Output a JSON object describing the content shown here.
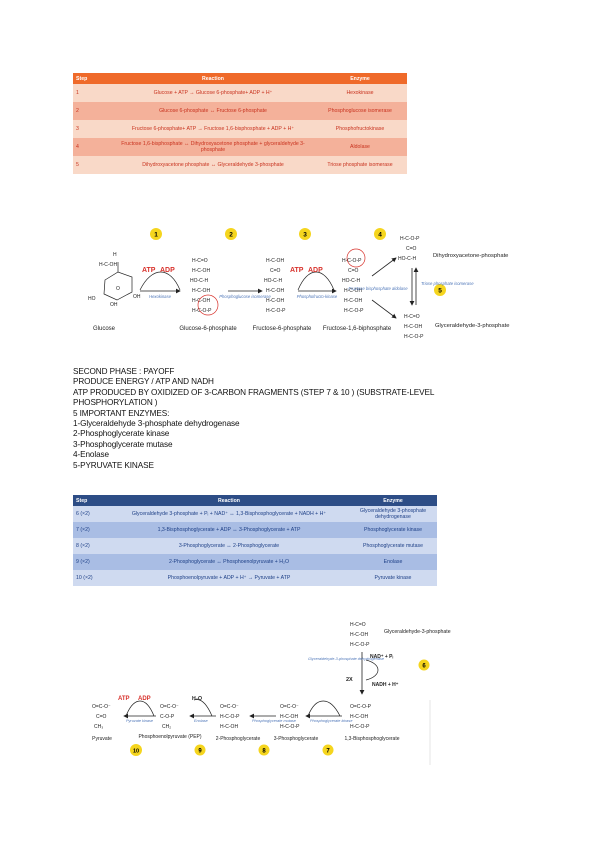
{
  "table1": {
    "headers": [
      "Step",
      "Reaction",
      "Enzyme"
    ],
    "rows": [
      {
        "step": "1",
        "reaction": "Glucose + ATP → Glucose 6-phosphate+ ADP + H⁺",
        "enzyme": "Hexokinase"
      },
      {
        "step": "2",
        "reaction": "Glucose 6-phosphate ↔ Fructose 6-phosphate",
        "enzyme": "Phosphoglucose isomerase"
      },
      {
        "step": "3",
        "reaction": "Fructose 6-phosphate+ ATP → Fructose 1,6-bisphosphate + ADP + H⁺",
        "enzyme": "Phosphofructokinase"
      },
      {
        "step": "4",
        "reaction": "Fructose 1,6-bisphosphate ↔ Dihydroxyacetone phosphate + glyceraldehyde 3-phosphate",
        "enzyme": "Aldolase"
      },
      {
        "step": "5",
        "reaction": "Dihydroxyacetone phosphate ↔ Glyceraldehyde 3-phosphate",
        "enzyme": "Triose phosphate isomerase"
      }
    ]
  },
  "diagram1": {
    "badges": [
      "1",
      "2",
      "3",
      "4",
      "5"
    ],
    "atp": "ATP",
    "adp": "ADP",
    "enzymes": {
      "hexokinase": "Hexokinase",
      "pgi": "Phosphoglucose isomerase",
      "pfk": "Phosphofructo-kinase",
      "aldolase": "Fructose bisphosphate aldolase",
      "tpi": "Triose phosphate isomerase"
    },
    "molecules": {
      "glucose": "Glucose",
      "g6p": "Glucose-6-phosphate",
      "f6p": "Fructose-6-phosphate",
      "f16bp": "Fructose-1,6-biphosphate",
      "dhap": "Dihydroxyacetone-phosphate",
      "gap": "Glyceraldehyde-3-phosphate"
    }
  },
  "notes": {
    "lines": [
      "SECOND PHASE : PAYOFF",
      "PRODUCE ENERGY / ATP AND NADH",
      "ATP PRODUCED BY OXIDIZED OF 3-CARBON FRAGMENTS (STEP 7 & 10 ) (SUBSTRATE-LEVEL",
      "PHOSPHORYLATION )",
      "5 IMPORTANT ENZYMES:",
      "1-Glyceraldehyde 3-phosphate dehydrogenase",
      "2-Phosphoglycerate kinase",
      "3-Phosphoglycerate mutase",
      "4-Enolase",
      "5-PYRUVATE KINASE"
    ]
  },
  "table2": {
    "headers": [
      "Step",
      "Reaction",
      "Enzyme"
    ],
    "rows": [
      {
        "step": "6 (×2)",
        "reaction": "Glyceraldehyde 3-phosphate + Pᵢ + NAD⁺ ↔ 1,3-Bisphosphoglycerate + NADH + H⁺",
        "enzyme": "Glyceraldehyde 3-phosphate dehydrogenase"
      },
      {
        "step": "7 (×2)",
        "reaction": "1,3-Bisphosphoglycerate + ADP ↔ 3-Phosphoglycerate + ATP",
        "enzyme": "Phosphoglycerate kinase"
      },
      {
        "step": "8 (×2)",
        "reaction": "3-Phosphoglycerate ↔ 2-Phosphoglycerate",
        "enzyme": "Phosphoglycerate mutase"
      },
      {
        "step": "9 (×2)",
        "reaction": "2-Phosphoglycerate ↔ Phosphoenolpyruvate + H₂O",
        "enzyme": "Enolase"
      },
      {
        "step": "10 (×2)",
        "reaction": "Phosphoenolpyruvate + ADP + H⁺ → Pyruvate + ATP",
        "enzyme": "Pyruvate kinase"
      }
    ]
  },
  "diagram2": {
    "badges": [
      "6",
      "7",
      "8",
      "9",
      "10"
    ],
    "nad": "NAD⁺ + Pᵢ",
    "nadh": "NADH + H⁺",
    "two_x": "2X",
    "atp": "ATP",
    "adp": "ADP",
    "h2o": "H₂O",
    "enzymes": {
      "gapdh": "Glyceraldehyde-3-phosphate dehydrogenase",
      "pgk": "Phosphoglycerate kinase",
      "pgm": "Phosphoglycerate mutase",
      "enolase": "Enolase",
      "pk": "Pyruvate kinase"
    },
    "molecules": {
      "gap": "Glyceraldehyde-3-phosphate",
      "bpg": "1,3-Bisphosphoglycerate",
      "pg3": "3-Phosphoglycerate",
      "pg2": "2-Phosphoglycerate",
      "pep": "Phosphoenolpyruvate (PEP)",
      "pyruvate": "Pyruvate"
    }
  },
  "colors": {
    "orange_header": "#ef6a2a",
    "blue_header": "#2d4d86",
    "badge_yellow": "#f5d51e",
    "phosphate_red": "#d8322c",
    "enzyme_blue": "#4f77b9"
  }
}
